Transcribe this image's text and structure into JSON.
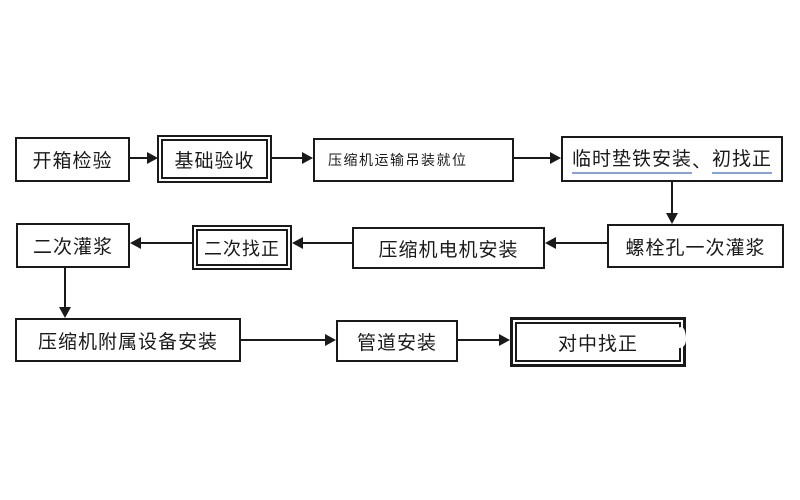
{
  "colors": {
    "line": "#1a1a1a",
    "text": "#1a1a1a",
    "underline": "#84a3d8",
    "background": "#ffffff"
  },
  "flowchart": {
    "nodes": [
      {
        "label": "开箱检验",
        "shape": "single-border"
      },
      {
        "label": "基础验收",
        "shape": "double-border"
      },
      {
        "label": "压缩机运输吊装就位",
        "shape": "single-border"
      },
      {
        "label": "临时垫铁安装、初找正",
        "part1": "临时垫铁安装",
        "separator": "、",
        "part2": "初找正",
        "shape": "single-border",
        "underlined": true
      },
      {
        "label": "二次灌浆",
        "shape": "single-border"
      },
      {
        "label": "二次找正",
        "shape": "double-border"
      },
      {
        "label": "压缩机电机安装",
        "shape": "single-border"
      },
      {
        "label": "螺栓孔一次灌浆",
        "shape": "single-border"
      },
      {
        "label": "压缩机附属设备安装",
        "shape": "single-border"
      },
      {
        "label": "管道安装",
        "shape": "single-border"
      },
      {
        "label": "对中找正",
        "shape": "double-border-thick"
      }
    ],
    "edges": [
      {
        "from": "开箱检验",
        "to": "基础验收",
        "direction": "right"
      },
      {
        "from": "基础验收",
        "to": "压缩机运输吊装就位",
        "direction": "right"
      },
      {
        "from": "压缩机运输吊装就位",
        "to": "临时垫铁安装、初找正",
        "direction": "right"
      },
      {
        "from": "临时垫铁安装、初找正",
        "to": "螺栓孔一次灌浆",
        "direction": "down"
      },
      {
        "from": "螺栓孔一次灌浆",
        "to": "压缩机电机安装",
        "direction": "left"
      },
      {
        "from": "压缩机电机安装",
        "to": "二次找正",
        "direction": "left"
      },
      {
        "from": "二次找正",
        "to": "二次灌浆",
        "direction": "left"
      },
      {
        "from": "二次灌浆",
        "to": "压缩机附属设备安装",
        "direction": "down"
      },
      {
        "from": "压缩机附属设备安装",
        "to": "管道安装",
        "direction": "right"
      },
      {
        "from": "管道安装",
        "to": "对中找正",
        "direction": "right"
      }
    ]
  }
}
